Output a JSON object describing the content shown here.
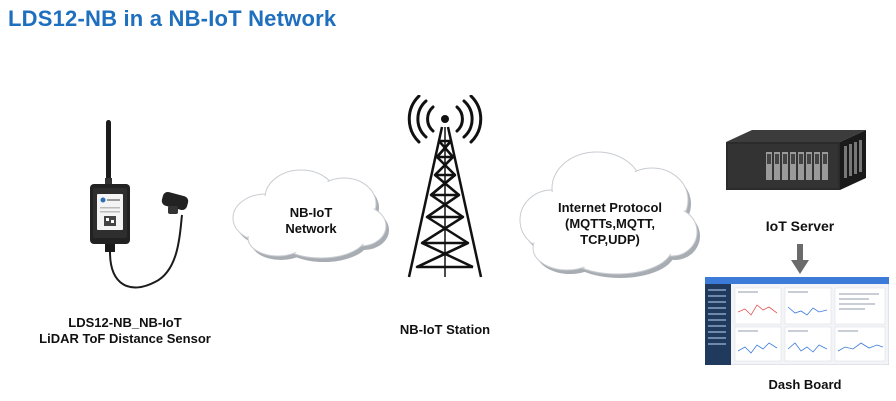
{
  "title": "LDS12-NB in a NB-IoT Network",
  "sensor": {
    "label_line1": "LDS12-NB_NB-IoT",
    "label_line2": "LiDAR ToF Distance Sensor"
  },
  "network_cloud": {
    "line1": "NB-IoT",
    "line2": "Network"
  },
  "station": {
    "label": "NB-IoT Station"
  },
  "internet_cloud": {
    "line1": "Internet Protocol",
    "line2": "(MQTTs,MQTT,",
    "line3": "TCP,UDP)"
  },
  "server": {
    "label": "IoT Server"
  },
  "dashboard": {
    "label": "Dash Board"
  },
  "colors": {
    "title": "#1f6fbf",
    "cloud_fill": "#ffffff",
    "cloud_shadow": "#9aa0a6",
    "server_body": "#2b2b2b",
    "arrow": "#6b6b6b",
    "dashboard_sidebar": "#1f3a5c"
  }
}
